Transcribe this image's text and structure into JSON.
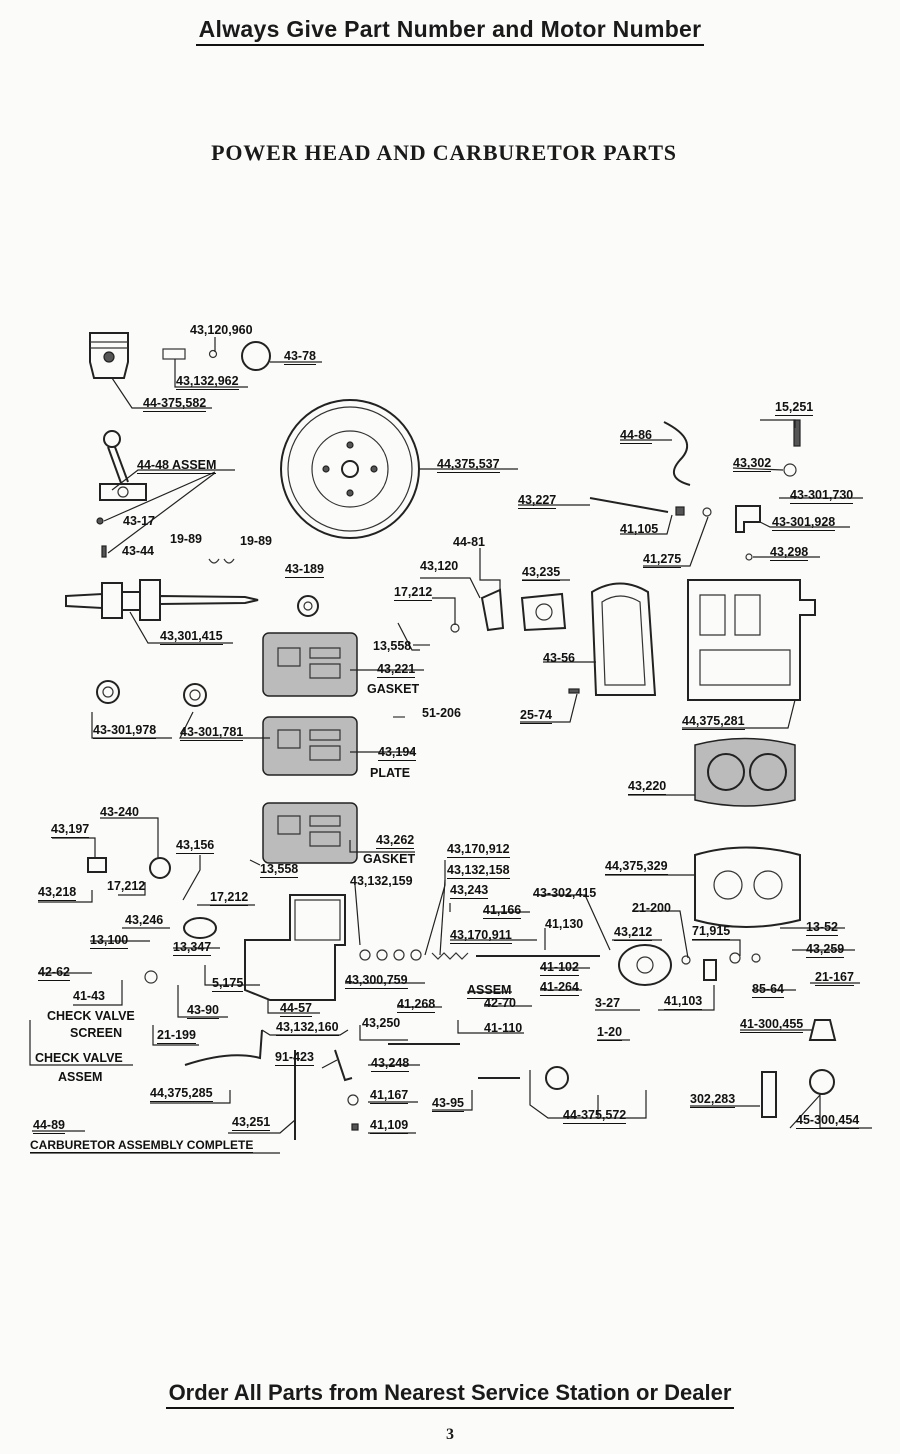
{
  "header": {
    "banner": "Always Give Part Number and Motor Number",
    "title": "POWER HEAD AND CARBURETOR PARTS"
  },
  "labels": [
    {
      "id": "p01",
      "text": "43,120,960"
    },
    {
      "id": "p02",
      "text": "43-78"
    },
    {
      "id": "p03",
      "text": "43,132,962"
    },
    {
      "id": "p04",
      "text": "44-375,582"
    },
    {
      "id": "p05",
      "text": "15,251"
    },
    {
      "id": "p06",
      "text": "44-86"
    },
    {
      "id": "p07",
      "text": "43,302"
    },
    {
      "id": "p08",
      "text": "44-48 ASSEM"
    },
    {
      "id": "p09",
      "text": "44,375,537"
    },
    {
      "id": "p10",
      "text": "43,227"
    },
    {
      "id": "p11",
      "text": "43-301,730"
    },
    {
      "id": "p12",
      "text": "43-17"
    },
    {
      "id": "p13",
      "text": "41,105"
    },
    {
      "id": "p14",
      "text": "43-301,928"
    },
    {
      "id": "p15",
      "text": "43-44"
    },
    {
      "id": "p16",
      "text": "19-89"
    },
    {
      "id": "p17",
      "text": "19-89"
    },
    {
      "id": "p18",
      "text": "44-81"
    },
    {
      "id": "p19",
      "text": "41,275"
    },
    {
      "id": "p20",
      "text": "43,298"
    },
    {
      "id": "p21",
      "text": "43-189"
    },
    {
      "id": "p22",
      "text": "43,120"
    },
    {
      "id": "p23",
      "text": "43,235"
    },
    {
      "id": "p24",
      "text": "17,212"
    },
    {
      "id": "p25",
      "text": "43,301,415"
    },
    {
      "id": "p26",
      "text": "13,558"
    },
    {
      "id": "p27",
      "text": "43-56"
    },
    {
      "id": "p28",
      "text": "43,221"
    },
    {
      "id": "p29",
      "text": "GASKET"
    },
    {
      "id": "p30",
      "text": "51-206"
    },
    {
      "id": "p31",
      "text": "25-74"
    },
    {
      "id": "p32",
      "text": "43-301,978"
    },
    {
      "id": "p33",
      "text": "43-301,781"
    },
    {
      "id": "p34",
      "text": "44,375,281"
    },
    {
      "id": "p35",
      "text": "43,194"
    },
    {
      "id": "p36",
      "text": "PLATE"
    },
    {
      "id": "p37",
      "text": "43,220"
    },
    {
      "id": "p38",
      "text": "43-240"
    },
    {
      "id": "p39",
      "text": "43,197"
    },
    {
      "id": "p40",
      "text": "43,156"
    },
    {
      "id": "p41",
      "text": "43,262"
    },
    {
      "id": "p42",
      "text": "GASKET"
    },
    {
      "id": "p43",
      "text": "43,170,912"
    },
    {
      "id": "p44",
      "text": "43,132,158"
    },
    {
      "id": "p45",
      "text": "13,558"
    },
    {
      "id": "p46",
      "text": "43,132,159"
    },
    {
      "id": "p47",
      "text": "44,375,329"
    },
    {
      "id": "p48",
      "text": "43,218"
    },
    {
      "id": "p49",
      "text": "17,212"
    },
    {
      "id": "p50",
      "text": "17,212"
    },
    {
      "id": "p51",
      "text": "43,243"
    },
    {
      "id": "p52",
      "text": "43-302,415"
    },
    {
      "id": "p53",
      "text": "41,166"
    },
    {
      "id": "p54",
      "text": "21-200"
    },
    {
      "id": "p55",
      "text": "43,246"
    },
    {
      "id": "p56",
      "text": "41,130"
    },
    {
      "id": "p57",
      "text": "43,170,911"
    },
    {
      "id": "p58",
      "text": "43,212"
    },
    {
      "id": "p59",
      "text": "71,915"
    },
    {
      "id": "p60",
      "text": "13-52"
    },
    {
      "id": "p61",
      "text": "13,100"
    },
    {
      "id": "p62",
      "text": "13,347"
    },
    {
      "id": "p63",
      "text": "43,259"
    },
    {
      "id": "p64",
      "text": "42-62"
    },
    {
      "id": "p65",
      "text": "41-102"
    },
    {
      "id": "p66",
      "text": "43,300,759"
    },
    {
      "id": "p67",
      "text": "5,175"
    },
    {
      "id": "p68",
      "text": "21-167"
    },
    {
      "id": "p69",
      "text": "41-264"
    },
    {
      "id": "p70",
      "text": "ASSEM"
    },
    {
      "id": "p71",
      "text": "85-64"
    },
    {
      "id": "p72",
      "text": "41-43"
    },
    {
      "id": "p73",
      "text": "43-90"
    },
    {
      "id": "p74",
      "text": "44-57"
    },
    {
      "id": "p75",
      "text": "41,268"
    },
    {
      "id": "p76",
      "text": "42-70"
    },
    {
      "id": "p77",
      "text": "3-27"
    },
    {
      "id": "p78",
      "text": "41,103"
    },
    {
      "id": "p79",
      "text": "CHECK VALVE"
    },
    {
      "id": "p80",
      "text": "SCREEN"
    },
    {
      "id": "p81",
      "text": "21-199"
    },
    {
      "id": "p82",
      "text": "43,132,160"
    },
    {
      "id": "p83",
      "text": "43,250"
    },
    {
      "id": "p84",
      "text": "41-110"
    },
    {
      "id": "p85",
      "text": "1-20"
    },
    {
      "id": "p86",
      "text": "41-300,455"
    },
    {
      "id": "p87",
      "text": "CHECK VALVE"
    },
    {
      "id": "p88",
      "text": "ASSEM"
    },
    {
      "id": "p89",
      "text": "91-423"
    },
    {
      "id": "p90",
      "text": "43,248"
    },
    {
      "id": "p91",
      "text": "44,375,285"
    },
    {
      "id": "p92",
      "text": "41,167"
    },
    {
      "id": "p93",
      "text": "43-95"
    },
    {
      "id": "p94",
      "text": "302,283"
    },
    {
      "id": "p95",
      "text": "44-375,572"
    },
    {
      "id": "p96",
      "text": "45-300,454"
    },
    {
      "id": "p97",
      "text": "44-89"
    },
    {
      "id": "p98",
      "text": "43,251"
    },
    {
      "id": "p99",
      "text": "41,109"
    },
    {
      "id": "p100",
      "text": "CARBURETOR ASSEMBLY COMPLETE"
    }
  ],
  "footer": {
    "banner": "Order All Parts from Nearest Service Station or Dealer",
    "page_number": "3"
  }
}
